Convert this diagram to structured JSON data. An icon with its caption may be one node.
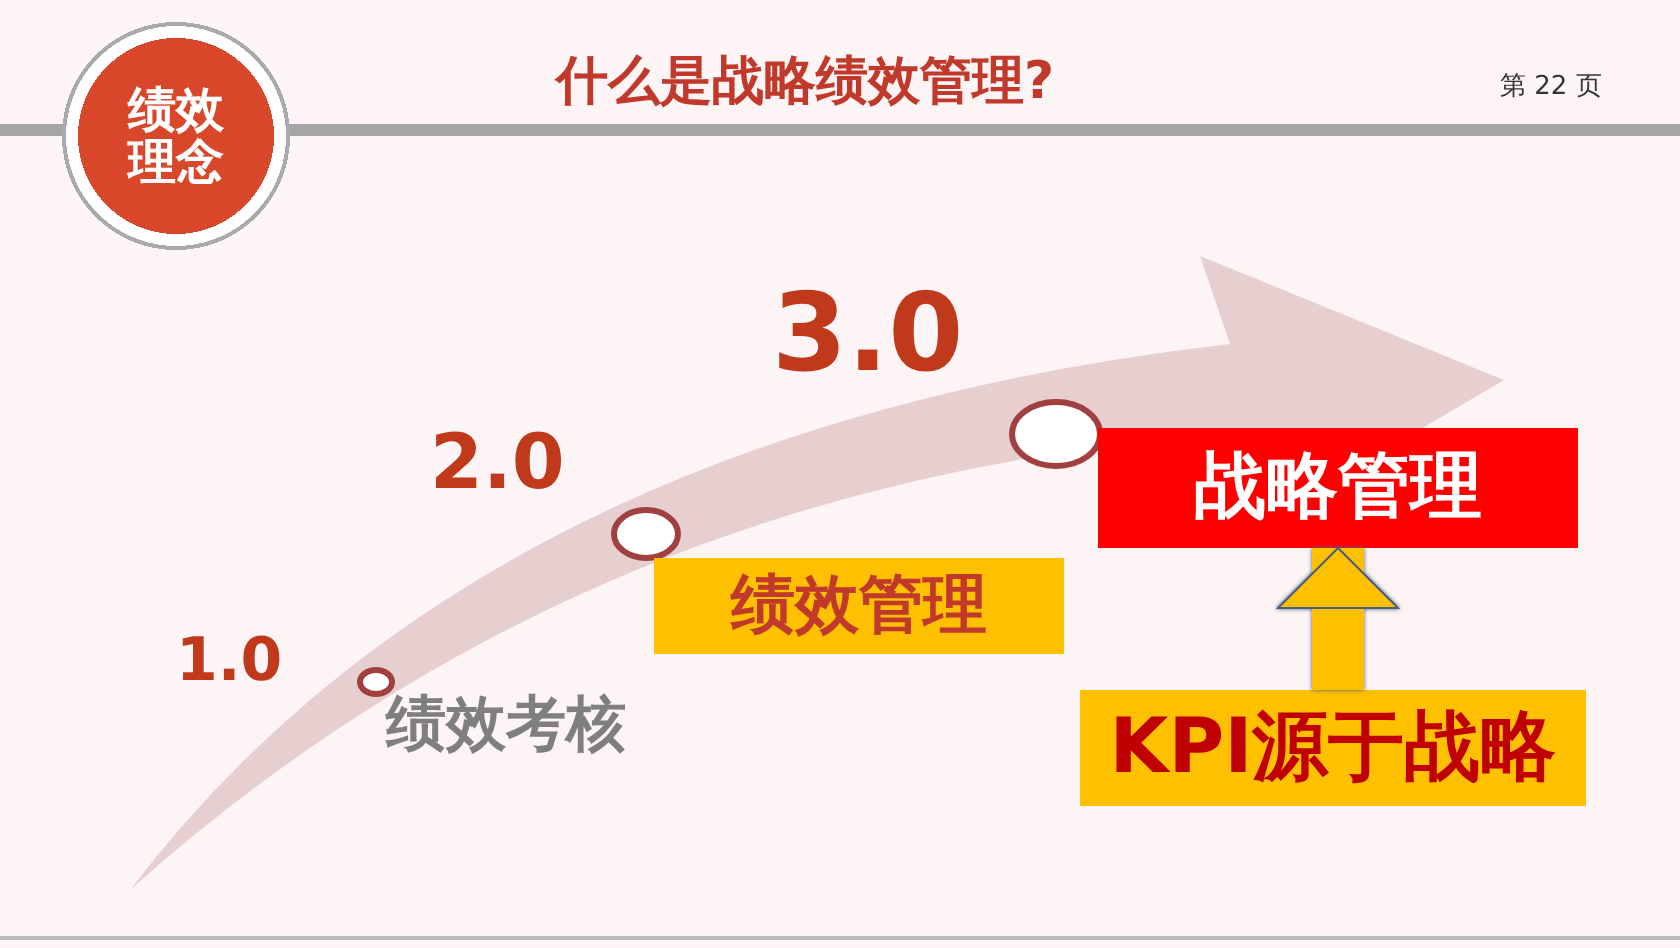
{
  "diagram": {
    "title": "什么是战略绩效管理?",
    "nodes": [
      {
        "text": [
          "绩效理念"
        ]
      },
      {
        "text": [
          "绩效考核"
        ]
      },
      {
        "text": [
          "绩效管理"
        ]
      },
      {
        "text": [
          "战略管理"
        ]
      },
      {
        "text": [
          "KPI源于战略"
        ]
      }
    ],
    "edges": [
      {
        "from": 4,
        "to": 3,
        "arrow": "to",
        "color": "#ffc000"
      }
    ],
    "labels": [
      "第 22 页",
      "1.0",
      "2.0",
      "3.0"
    ]
  }
}
